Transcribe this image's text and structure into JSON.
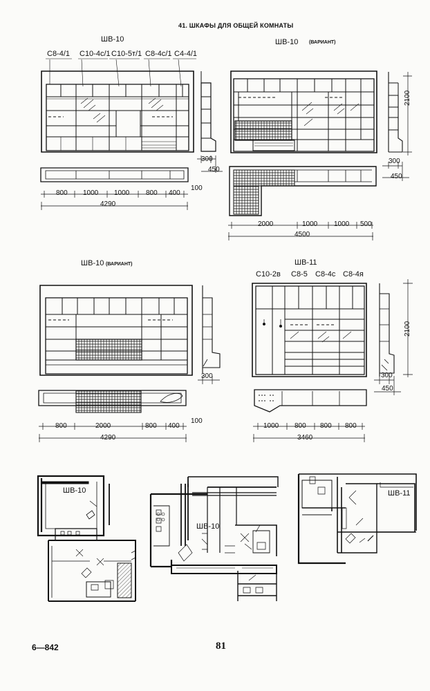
{
  "page_title": "41. ШКАФЫ ДЛЯ ОБЩЕЙ КОМНАТЫ",
  "fig1": {
    "name": "ШВ-10",
    "modules": [
      "С8-4/1",
      "С10-4с/1",
      "С10-5т/1",
      "С8-4с/1",
      "С4-4/1"
    ],
    "dims_bottom": [
      "800",
      "1000",
      "1000",
      "800",
      "400"
    ],
    "total": "4290",
    "side_depth": "100",
    "section_dims": [
      "300",
      "450"
    ]
  },
  "fig2": {
    "name": "ШВ-10",
    "variant": "(ВАРИАНТ)",
    "height": "2100",
    "dims_bottom": [
      "2000",
      "1000",
      "1000",
      "500"
    ],
    "total": "4500",
    "section_dims": [
      "300",
      "450"
    ]
  },
  "fig3": {
    "name": "ШВ-10",
    "variant": "(ВАРИАНТ)",
    "dims_bottom": [
      "800",
      "2000",
      "800",
      "400"
    ],
    "total": "4290",
    "side_depth": "100",
    "section_dims": [
      "300"
    ]
  },
  "fig4": {
    "name": "ШВ-11",
    "modules": [
      "С10-2в",
      "С8-5",
      "С8-4с",
      "С8-4я"
    ],
    "height": "2100",
    "dims_bottom": [
      "1000",
      "800",
      "800",
      "800"
    ],
    "total": "3460",
    "section_dims": [
      "300",
      "450"
    ]
  },
  "plans": {
    "label_1": "ШВ-10",
    "label_2": "ШВ-10",
    "label_3": "ШВ-11"
  },
  "footer": {
    "signature": "6—842",
    "page_number": "81"
  }
}
